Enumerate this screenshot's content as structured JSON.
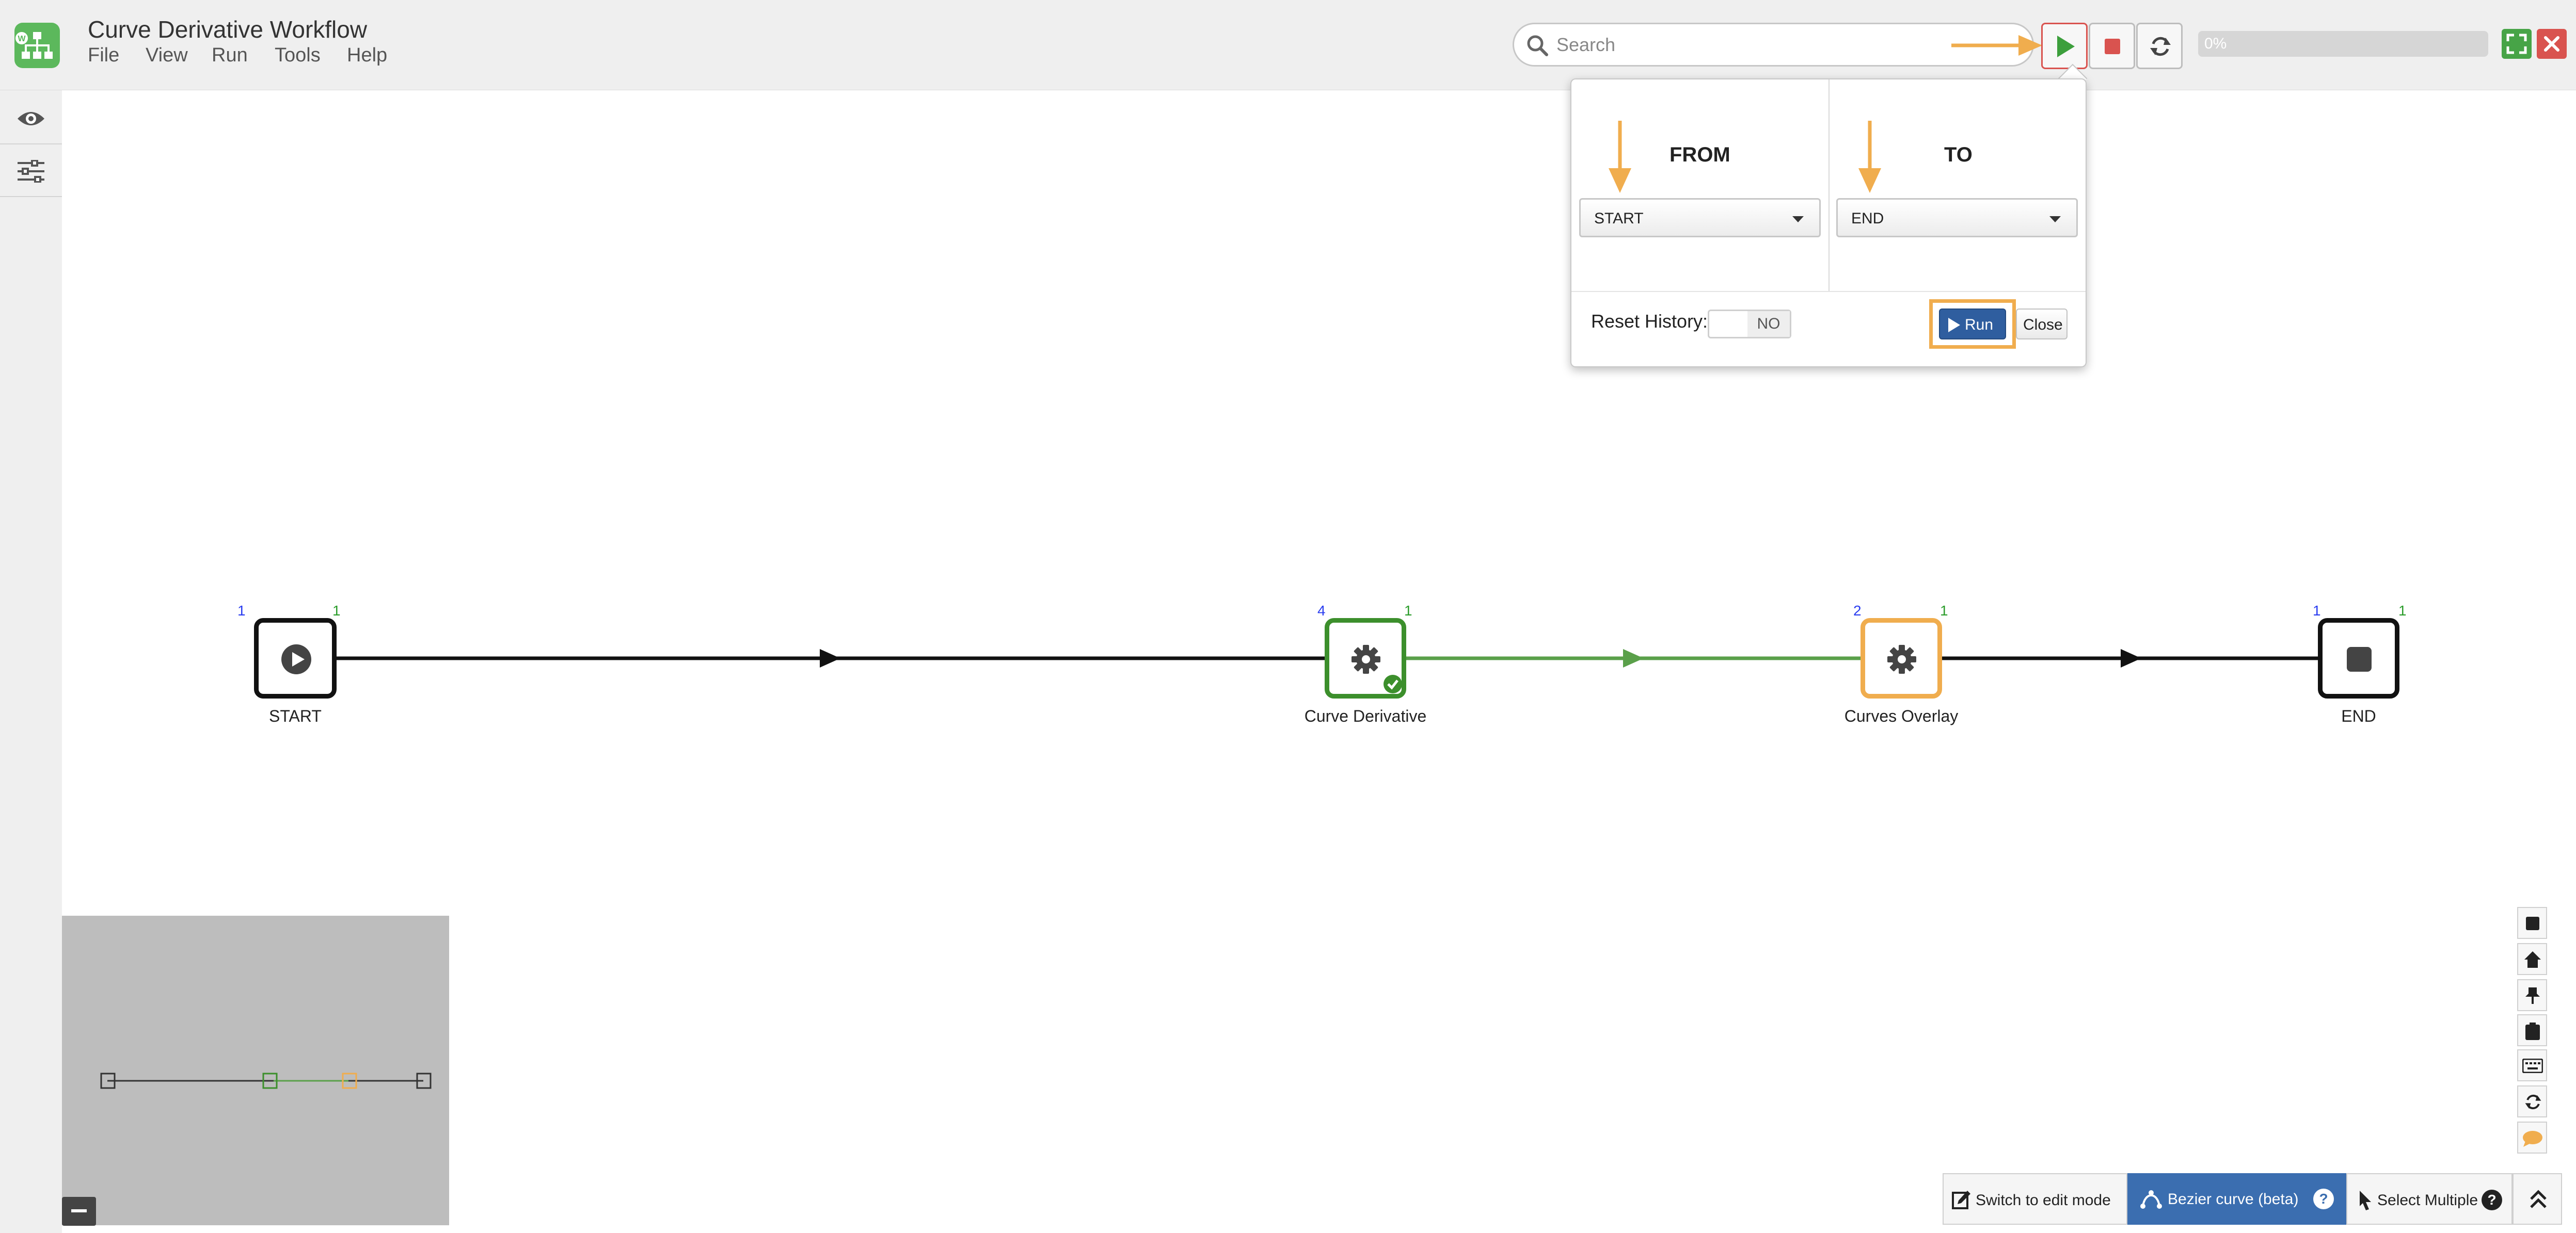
{
  "app": {
    "title": "Curve Derivative Workflow",
    "menu": [
      "File",
      "View",
      "Run",
      "Tools",
      "Help"
    ]
  },
  "toolbar": {
    "search_placeholder": "Search",
    "progress_text": "0%",
    "icons": [
      "play-icon",
      "stop-icon",
      "refresh-icon",
      "fullscreen-icon",
      "close-icon"
    ]
  },
  "sidebar": {
    "icons": [
      "eye-icon",
      "sliders-icon"
    ]
  },
  "run_popup": {
    "from": {
      "heading": "FROM",
      "selected": "START"
    },
    "to": {
      "heading": "TO",
      "selected": "END"
    },
    "reset_history_label": "Reset History:",
    "reset_history_value": "NO",
    "run_label": "Run",
    "close_label": "Close"
  },
  "workflow": {
    "nodes": [
      {
        "label": "START",
        "in_port": "1",
        "out_port": "1",
        "icon": "play-icon"
      },
      {
        "label": "Curve Derivative",
        "in_port": "4",
        "out_port": "1",
        "icon": "gear-icon",
        "status": "done"
      },
      {
        "label": "Curves Overlay",
        "in_port": "2",
        "out_port": "1",
        "icon": "gear-icon"
      },
      {
        "label": "END",
        "in_port": "1",
        "out_port": "1",
        "icon": "stop-icon"
      }
    ]
  },
  "right_tools": [
    "stop-icon",
    "home-icon",
    "pin-icon",
    "clipboard-icon",
    "keyboard-icon",
    "refresh-icon",
    "comment-icon"
  ],
  "bottom_bar": {
    "edit_mode_label": "Switch to edit mode",
    "bezier_label": "Bezier curve (beta)",
    "select_multiple_label": "Select Multiple"
  },
  "colors": {
    "accent_orange": "#f0ad4e",
    "success_green": "#3c8f2c",
    "primary_blue": "#2f5e9f",
    "danger_red": "#d9534f"
  }
}
